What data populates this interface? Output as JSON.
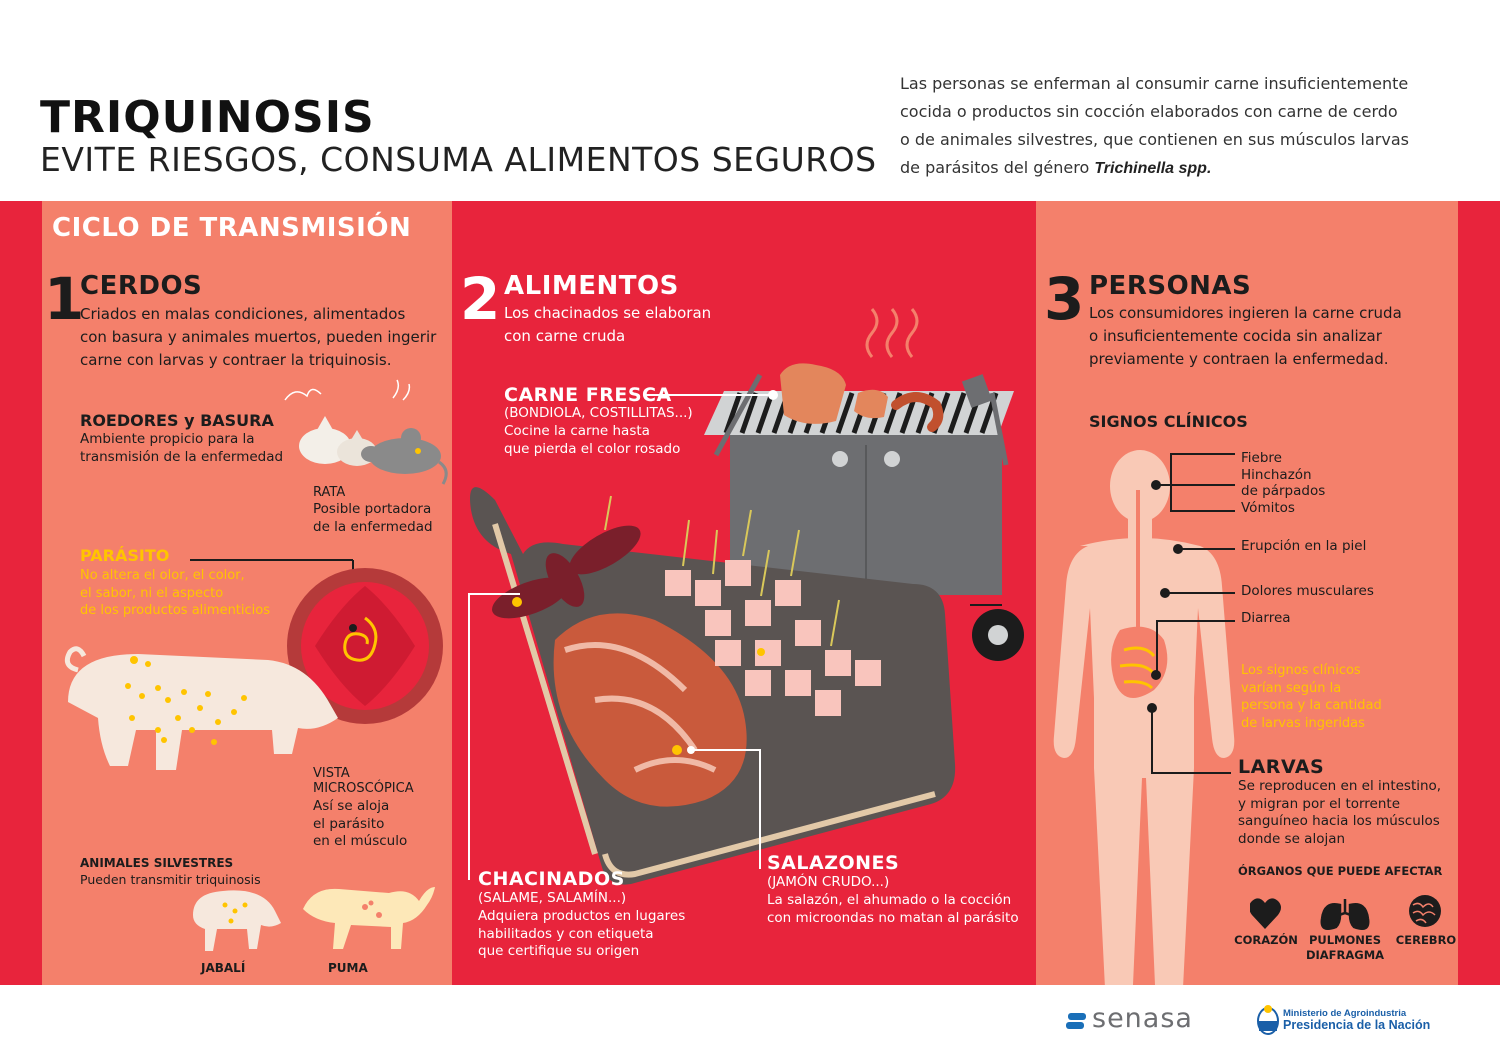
{
  "header": {
    "title": "TRIQUINOSIS",
    "subtitle": "EVITE RIESGOS, CONSUMA ALIMENTOS SEGUROS",
    "intro_lines": [
      "Las personas se enferman al consumir carne insuficientemente",
      "cocida o productos sin cocción elaborados con carne de cerdo",
      "o de animales silvestres, que contienen en sus músculos larvas"
    ],
    "intro_last_prefix": "de parásitos del género ",
    "intro_last_italic": "Trichinella spp."
  },
  "cycle": {
    "title": "CICLO DE TRANSMISIÓN"
  },
  "section1": {
    "number": "1",
    "title": "CERDOS",
    "text": [
      "Criados en malas condiciones, alimentados",
      "con basura y animales muertos, pueden ingerir",
      "carne con larvas y contraer la triquinosis."
    ],
    "rodents_title": "ROEDORES y BASURA",
    "rodents_text": [
      "Ambiente propicio para la",
      "transmisión de la enfermedad"
    ],
    "rat_title": "RATA",
    "rat_text": [
      "Posible portadora",
      "de la enfermedad"
    ],
    "parasite_title": "PARÁSITO",
    "parasite_text": [
      "No altera el olor, el color,",
      "el sabor, ni el aspecto",
      "de los productos alimenticios"
    ],
    "micro_title": [
      "VISTA",
      "MICROSCÓPICA"
    ],
    "micro_text": [
      "Así se aloja",
      "el parásito",
      "en el músculo"
    ],
    "wild_title": "ANIMALES SILVESTRES",
    "wild_text": "Pueden transmitir triquinosis",
    "boar_label": "JABALÍ",
    "puma_label": "PUMA"
  },
  "section2": {
    "number": "2",
    "title": "ALIMENTOS",
    "text": [
      "Los chacinados se elaboran",
      "con carne cruda"
    ],
    "fresh_title": "CARNE FRESCA",
    "fresh_sub": "(BONDIOLA, COSTILLITAS...)",
    "fresh_text": [
      "Cocine la carne hasta",
      "que pierda el color rosado"
    ],
    "chac_title": "CHACINADOS",
    "chac_sub": "(SALAME, SALAMÍN...)",
    "chac_text": [
      "Adquiera productos en lugares",
      "habilitados y con etiqueta",
      "que certifique su origen"
    ],
    "sal_title": "SALAZONES",
    "sal_sub": "(JAMÓN CRUDO...)",
    "sal_text": [
      "La salazón, el ahumado o la cocción",
      "con microondas no matan al parásito"
    ]
  },
  "section3": {
    "number": "3",
    "title": "PERSONAS",
    "text": [
      "Los consumidores ingieren la carne cruda",
      "o insuficientemente cocida sin analizar",
      "previamente y contraen la enfermedad."
    ],
    "signs_title": "SIGNOS CLÍNICOS",
    "signs": {
      "fiebre": "Fiebre",
      "hinchazon": "Hinchazón",
      "parpados": "de párpados",
      "vomitos": "Vómitos",
      "erupcion": "Erupción en la piel",
      "dolores": "Dolores musculares",
      "diarrea": "Diarrea"
    },
    "vary_text": [
      "Los signos clínicos",
      "varían según la",
      "persona y la cantidad",
      "de larvas ingeridas"
    ],
    "larvae_title": "LARVAS",
    "larvae_text": [
      "Se reproducen en el intestino,",
      "y migran por el torrente",
      "sanguíneo hacia los músculos",
      "donde se alojan"
    ],
    "organs_title": "ÓRGANOS QUE PUEDE AFECTAR",
    "organs": {
      "heart": "CORAZÓN",
      "lungs1": "PULMONES",
      "lungs2": "DIAFRAGMA",
      "brain": "CEREBRO"
    }
  },
  "footer": {
    "senasa": "senasa",
    "ministry": "Ministerio de Agroindustria",
    "presidency": "Presidencia de la Nación"
  },
  "colors": {
    "red": "#e8243c",
    "salmon": "#f4806b",
    "yellow": "#ffc400",
    "dark": "#1c1c1c",
    "brand_blue": "#1a5fa8"
  },
  "icons": [
    "rat-icon",
    "garbage-bag-icon",
    "pig-icon",
    "microscope-view-icon",
    "boar-icon",
    "puma-icon",
    "grill-icon",
    "cutting-board-icon",
    "human-body-icon",
    "heart-icon",
    "lungs-icon",
    "brain-icon",
    "senasa-logo-icon",
    "national-seal-icon"
  ]
}
